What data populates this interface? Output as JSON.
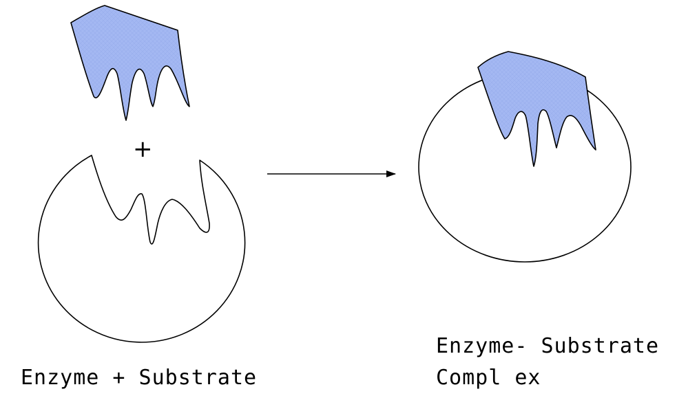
{
  "left_group": {
    "plus": "+",
    "label": "Enzyme + Substrate"
  },
  "right_group": {
    "label_line1": "Enzyme- Substrate",
    "label_line2": "Compl ex"
  },
  "colors": {
    "substrate_fill": "#a4b8f2",
    "outline": "#000000",
    "background": "#ffffff"
  }
}
